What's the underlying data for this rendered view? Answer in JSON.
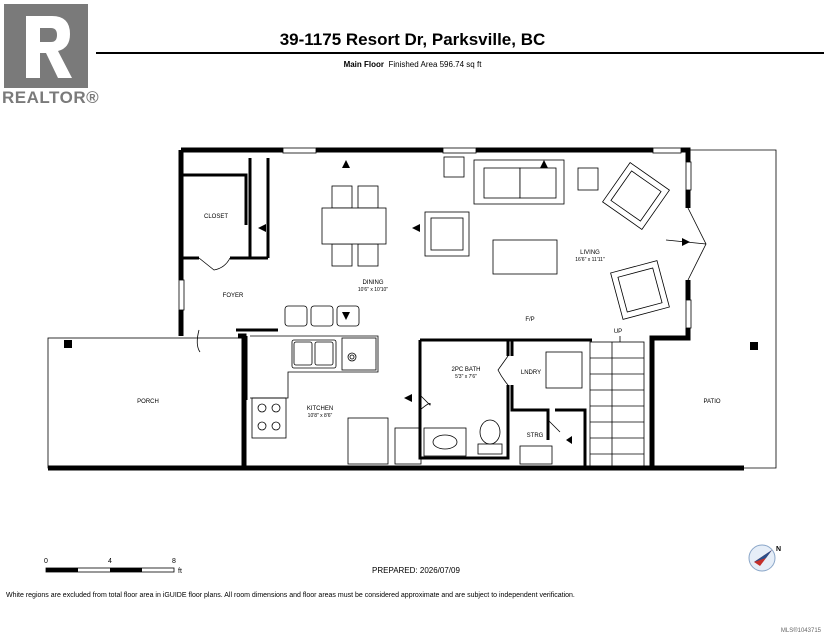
{
  "header": {
    "logo_text": "REALTOR®",
    "title": "39-1175 Resort Dr, Parksville, BC",
    "floor_label": "Main Floor",
    "area_text": "Finished Area 596.74 sq ft"
  },
  "rooms": {
    "closet": {
      "name": "CLOSET"
    },
    "foyer": {
      "name": "FOYER"
    },
    "dining": {
      "name": "DINING",
      "dims": "10'6\" x 10'10\""
    },
    "living": {
      "name": "LIVING",
      "dims": "16'6\" x 11'11\""
    },
    "fp": {
      "name": "F/P"
    },
    "porch": {
      "name": "PORCH"
    },
    "kitchen": {
      "name": "KITCHEN",
      "dims": "10'8\" x 8'6\""
    },
    "bath": {
      "name": "2PC BATH",
      "dims": "5'3\" x 7'6\""
    },
    "laundry": {
      "name": "LNDRY"
    },
    "storage": {
      "name": "STRG"
    },
    "up": {
      "name": "UP"
    },
    "patio": {
      "name": "PATIO"
    }
  },
  "scale": {
    "ticks": [
      "0",
      "4",
      "8"
    ],
    "unit": "ft"
  },
  "prepared": "PREPARED: 2026/07/09",
  "disclaimer": "White regions are excluded from total floor area in iGUIDE floor plans. All room dimensions and floor areas must be considered approximate and are subject to independent verification.",
  "mls": "MLS®1043715",
  "compass_label": "N"
}
